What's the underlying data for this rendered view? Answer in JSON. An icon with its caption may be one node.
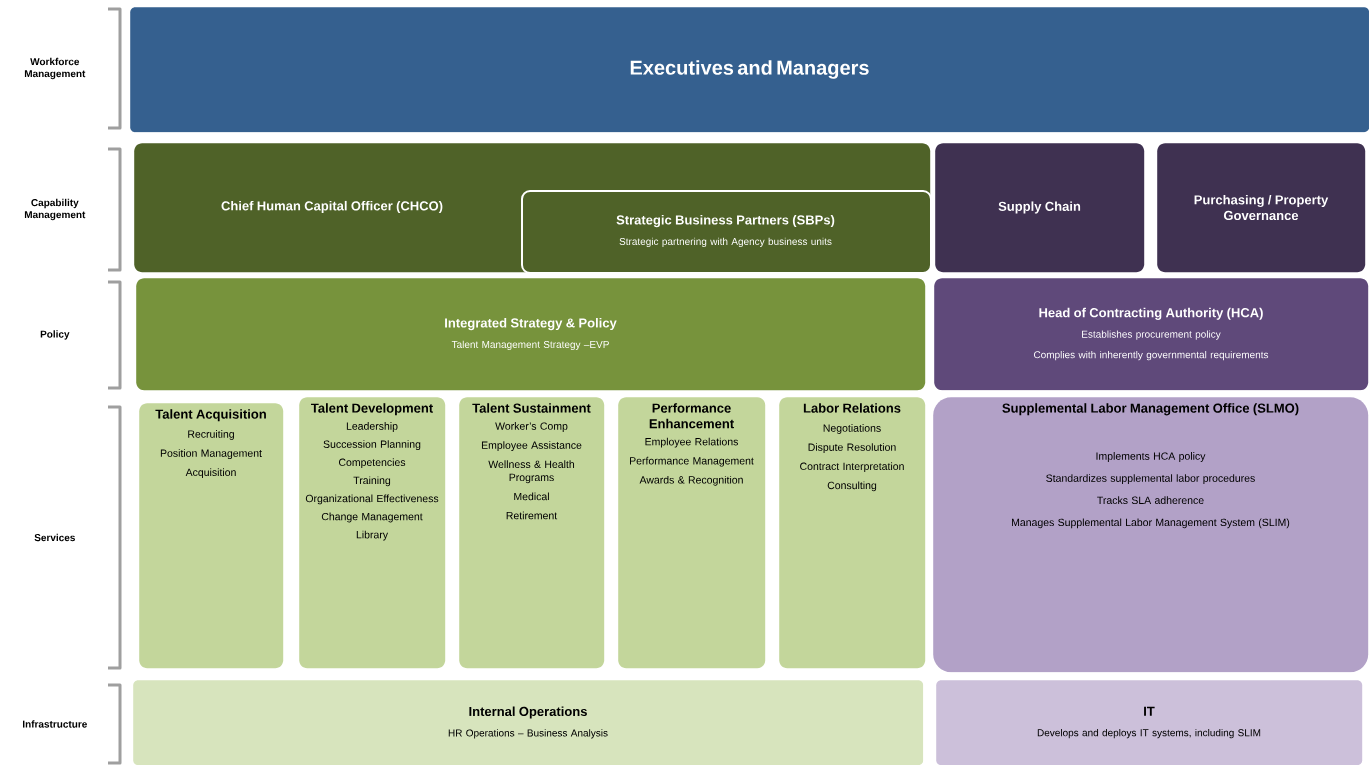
{
  "diagram": {
    "nodes": [
      {
        "text": [
          "Executives and Managers"
        ]
      },
      {
        "text": [
          "Chief Human Capital Officer (CHCO)"
        ]
      },
      {
        "text": [
          "Strategic Business Partners (SBPs)",
          "Strategic partnering with Agency business units"
        ],
        "in": 1
      },
      {
        "text": [
          "Supply Chain"
        ]
      },
      {
        "text": [
          "Purchasing / Property Governance"
        ]
      },
      {
        "text": [
          "Integrated Strategy & Policy",
          "Talent Management Strategy –EVP"
        ]
      },
      {
        "text": [
          "Head of Contracting Authority (HCA)",
          "Establishes procurement policy",
          "Complies with inherently governmental requirements"
        ]
      },
      {
        "text": [
          "Talent Acquisition",
          "Recruiting",
          "Position Management",
          "Acquisition"
        ]
      },
      {
        "text": [
          "Talent Development",
          "Leadership",
          "Succession Planning",
          "Competencies",
          "Training",
          "Organizational Effectiveness",
          "Change Management",
          "Library"
        ]
      },
      {
        "text": [
          "Talent Sustainment",
          "Worker’s Comp",
          "Employee Assistance",
          "Wellness & Health Programs",
          "Medical",
          "Retirement"
        ]
      },
      {
        "text": [
          "Performance Enhancement",
          "Employee Relations",
          "Performance Management",
          "Awards & Recognition"
        ]
      },
      {
        "text": [
          "Labor Relations",
          "Negotiations",
          "Dispute Resolution",
          "Contract Interpretation",
          "Consulting"
        ]
      },
      {
        "text": [
          "Supplemental Labor Management Office (SLMO)",
          "Implements HCA policy",
          "Standardizes supplemental labor procedures",
          "Tracks SLA adherence",
          "Manages Supplemental Labor Management System (SLIM)"
        ]
      },
      {
        "text": [
          "Internal Operations",
          "HR Operations – Business Analysis"
        ]
      },
      {
        "text": [
          "IT",
          "Develops and deploys IT systems, including SLIM"
        ]
      }
    ],
    "labels": [
      "Workforce Management",
      "Capability Management",
      "Policy",
      "Services",
      "Infrastructure"
    ]
  }
}
